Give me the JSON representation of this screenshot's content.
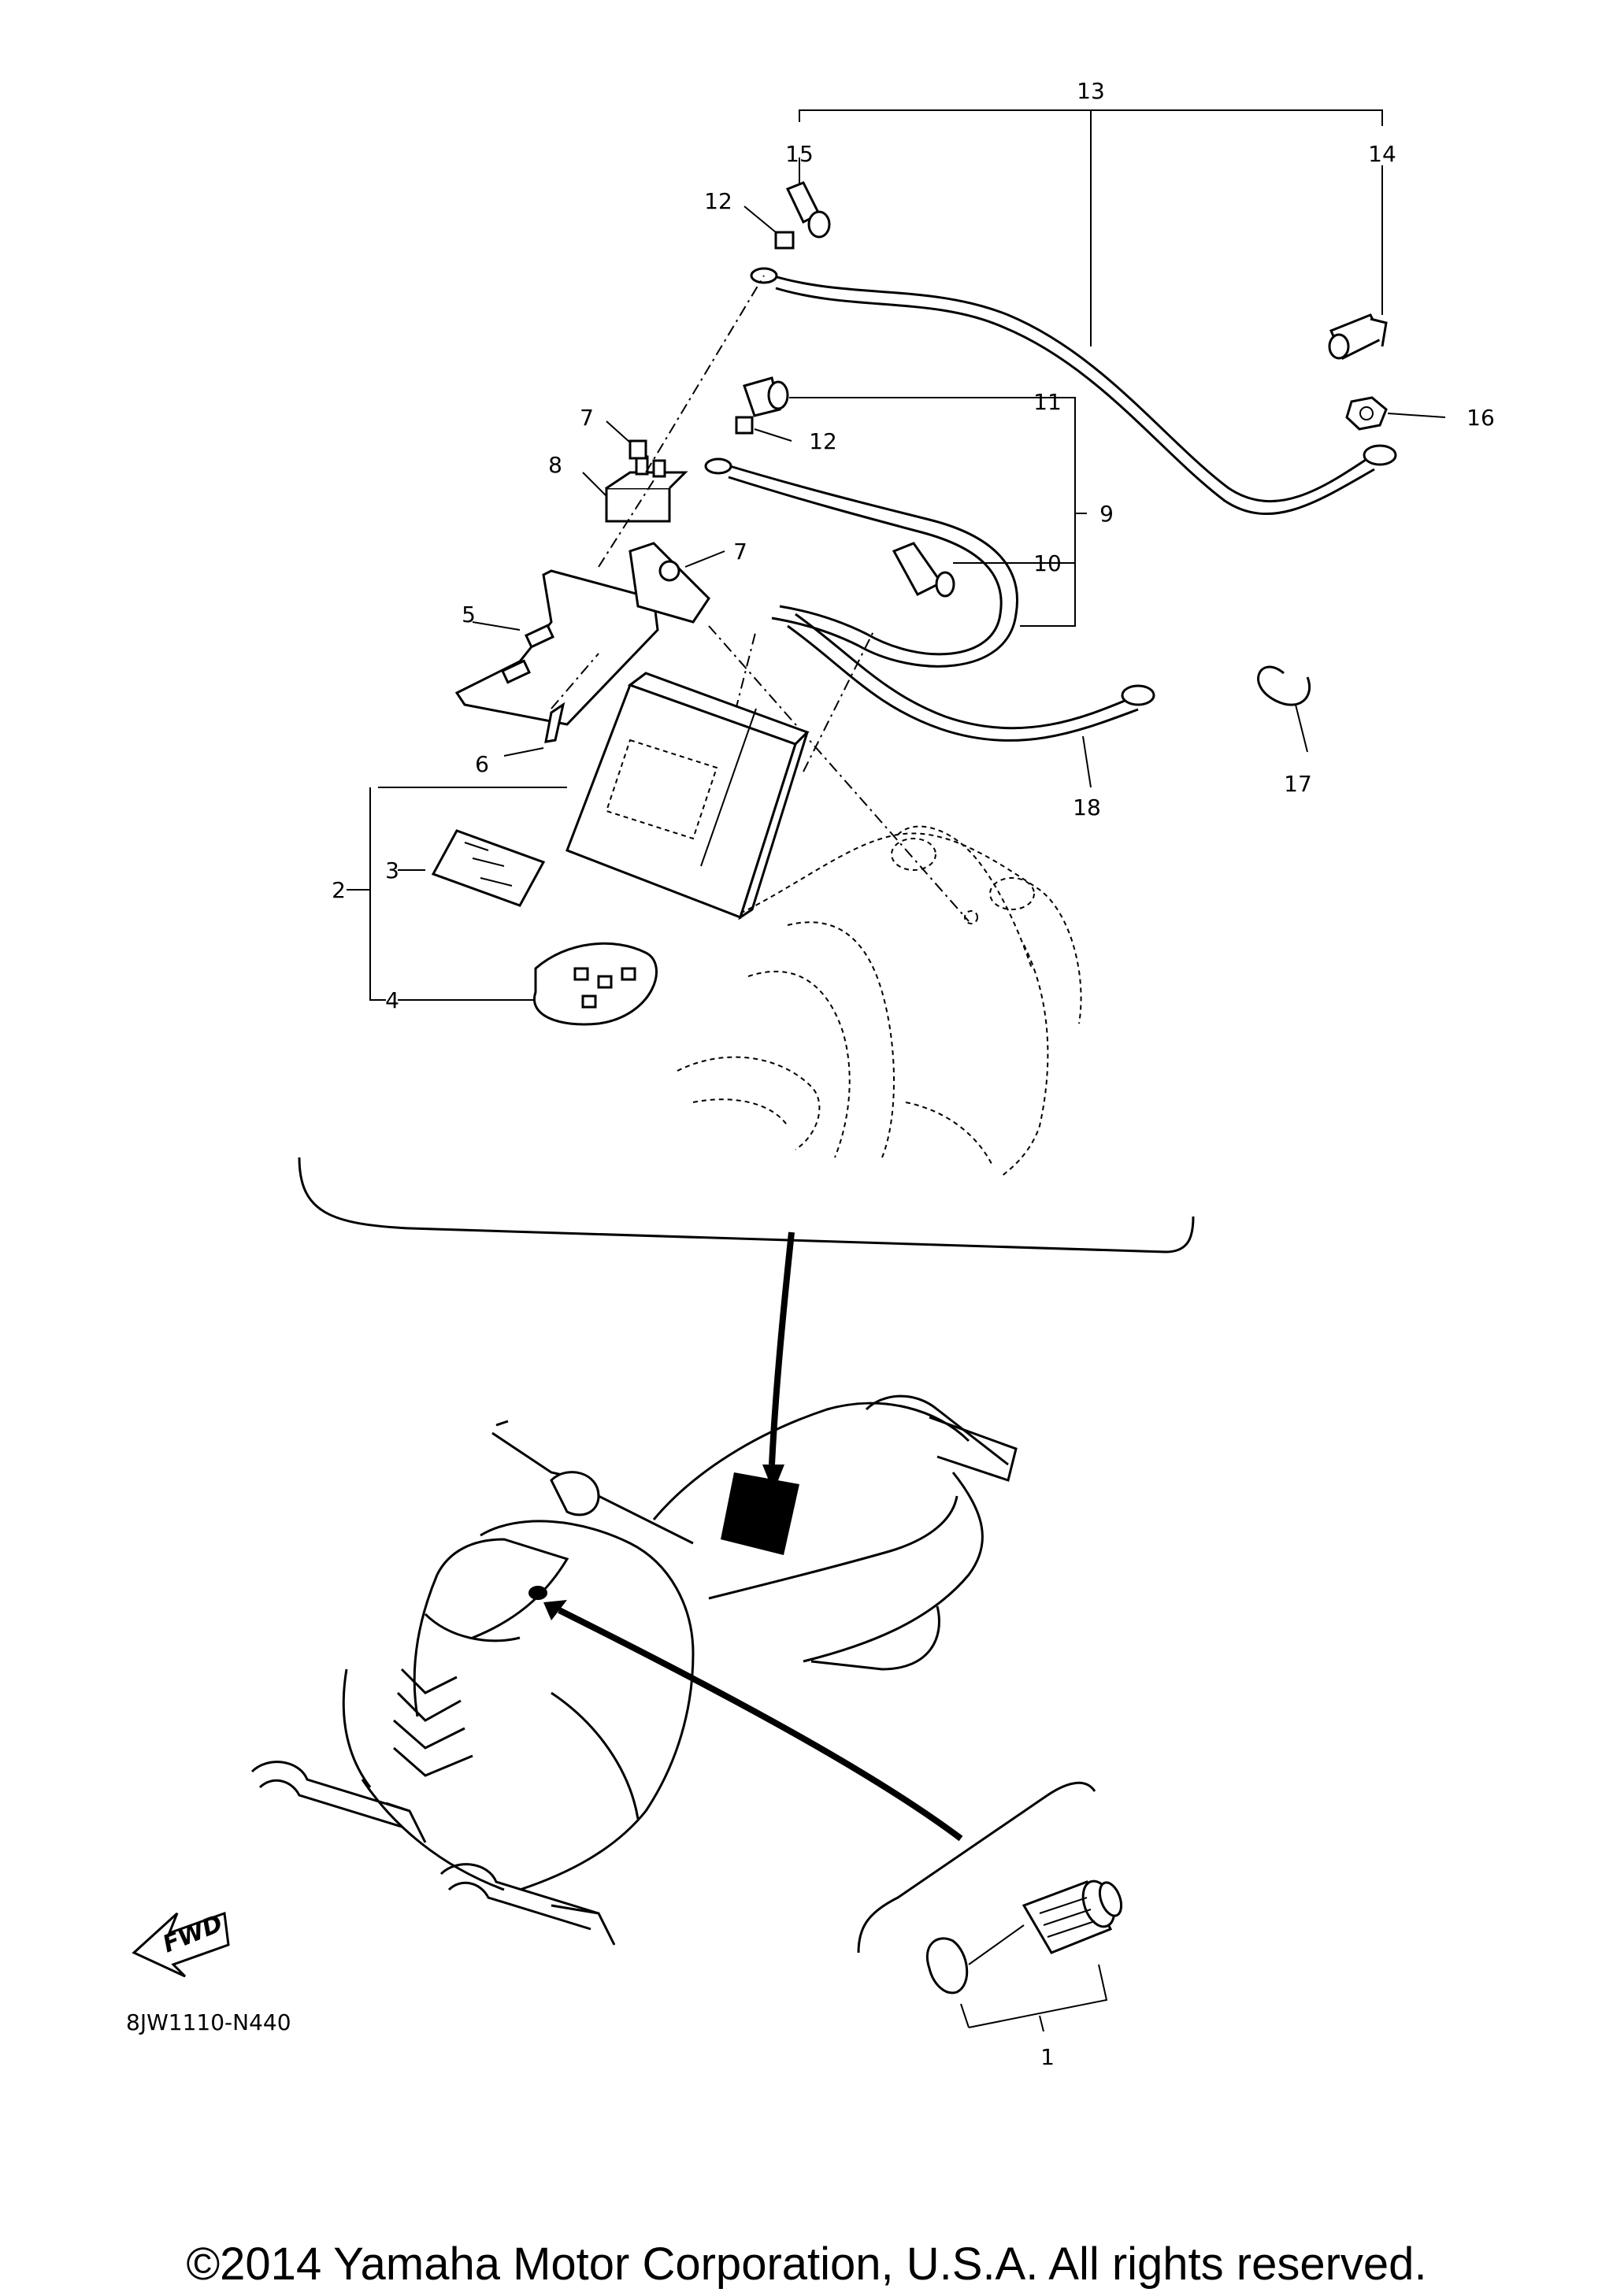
{
  "callouts": {
    "c1": "1",
    "c2": "2",
    "c3": "3",
    "c4": "4",
    "c5": "5",
    "c6": "6",
    "c7a": "7",
    "c7b": "7",
    "c8": "8",
    "c9": "9",
    "c10": "10",
    "c11": "11",
    "c12a": "12",
    "c12b": "12",
    "c13": "13",
    "c14": "14",
    "c15": "15",
    "c16": "16",
    "c17": "17",
    "c18": "18"
  },
  "fwd_label": "FWD",
  "diagram_code": "8JW1110-N440",
  "copyright": "©2014 Yamaha Motor Corporation, U.S.A. All rights reserved.",
  "icons": [
    "forward-arrow-icon"
  ]
}
